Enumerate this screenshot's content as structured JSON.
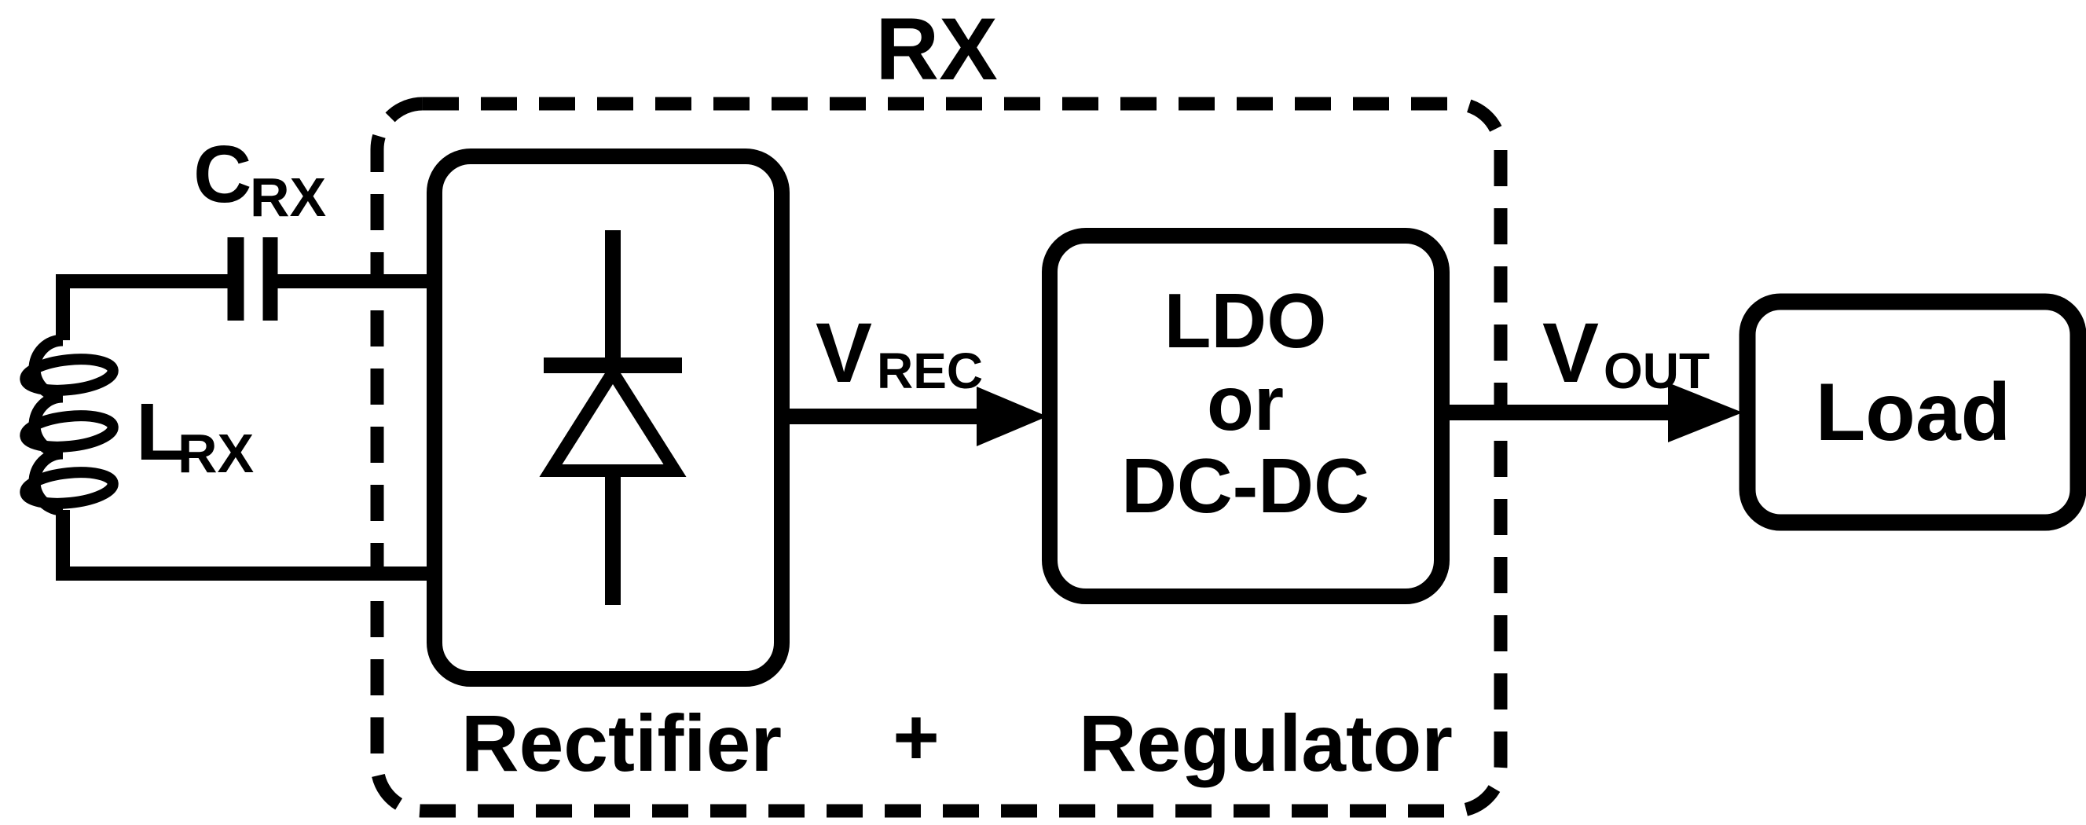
{
  "page": {
    "background": "#ffffff",
    "ink": "#000000"
  },
  "diagram": {
    "title": "RX",
    "tank": {
      "capacitor_label": {
        "base": "C",
        "sub": "RX"
      },
      "inductor_label": {
        "base": "L",
        "sub": "RX"
      }
    },
    "rectifier": {
      "caption": "Rectifier"
    },
    "plus_sign": "+",
    "regulator": {
      "caption": "Regulator",
      "lines": [
        "LDO",
        "or",
        "DC-DC"
      ]
    },
    "signals": {
      "vrec": {
        "base": "V",
        "sub": "REC"
      },
      "vout": {
        "base": "V",
        "sub": "OUT"
      }
    },
    "load": {
      "label": "Load"
    }
  }
}
